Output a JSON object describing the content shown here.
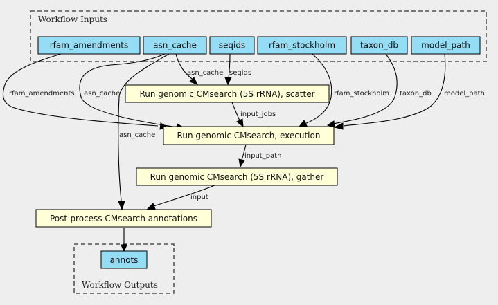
{
  "clusters": {
    "inputs_label": "Workflow Inputs",
    "outputs_label": "Workflow Outputs"
  },
  "inputs": [
    {
      "id": "rfam_amendments",
      "label": "rfam_amendments"
    },
    {
      "id": "asn_cache",
      "label": "asn_cache"
    },
    {
      "id": "seqids",
      "label": "seqids"
    },
    {
      "id": "rfam_stockholm",
      "label": "rfam_stockholm"
    },
    {
      "id": "taxon_db",
      "label": "taxon_db"
    },
    {
      "id": "model_path",
      "label": "model_path"
    }
  ],
  "steps": [
    {
      "id": "scatter",
      "label": "Run genomic CMsearch (5S rRNA), scatter"
    },
    {
      "id": "execution",
      "label": "Run genomic CMsearch, execution"
    },
    {
      "id": "gather",
      "label": "Run genomic CMsearch (5S rRNA), gather"
    },
    {
      "id": "postprocess",
      "label": "Post-process CMsearch annotations"
    }
  ],
  "outputs": [
    {
      "id": "annots",
      "label": "annots"
    }
  ],
  "edges": [
    {
      "from": "asn_cache",
      "to": "scatter",
      "label": "asn_cache"
    },
    {
      "from": "seqids",
      "to": "scatter",
      "label": "seqids"
    },
    {
      "from": "rfam_amendments",
      "to": "execution",
      "label": "rfam_amendments"
    },
    {
      "from": "asn_cache",
      "to": "execution",
      "label": "asn_cache"
    },
    {
      "from": "scatter",
      "to": "execution",
      "label": "input_jobs"
    },
    {
      "from": "rfam_stockholm",
      "to": "execution",
      "label": "rfam_stockholm"
    },
    {
      "from": "taxon_db",
      "to": "execution",
      "label": "taxon_db"
    },
    {
      "from": "model_path",
      "to": "execution",
      "label": "model_path"
    },
    {
      "from": "execution",
      "to": "gather",
      "label": "input_path"
    },
    {
      "from": "asn_cache",
      "to": "postprocess",
      "label": "asn_cache"
    },
    {
      "from": "gather",
      "to": "postprocess",
      "label": "input"
    },
    {
      "from": "postprocess",
      "to": "annots",
      "label": ""
    }
  ],
  "colors": {
    "background": "#eeeeee",
    "io_fill": "#94ddf4",
    "step_fill": "#ffffd8",
    "stroke": "#000000",
    "cluster_stroke": "#333333"
  }
}
